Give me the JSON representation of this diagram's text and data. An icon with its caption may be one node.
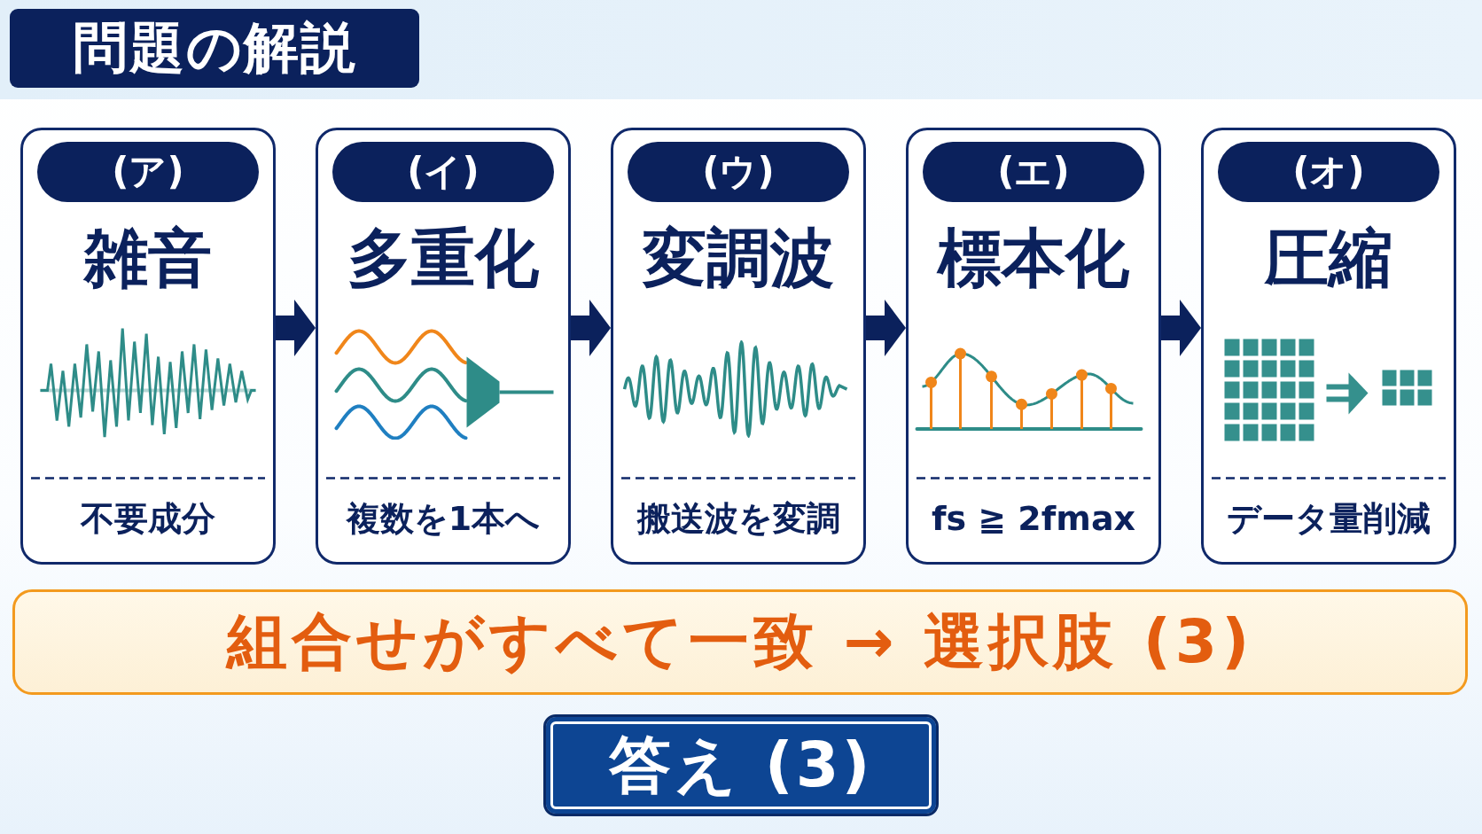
{
  "diagram": {
    "title": "問題の解説",
    "nodes": [
      {
        "text": [
          "雑音",
          "不要成分"
        ]
      },
      {
        "text": [
          "(ア)"
        ],
        "in": 0
      },
      {
        "text": [
          "多重化",
          "複数を1本へ"
        ]
      },
      {
        "text": [
          "(イ)"
        ],
        "in": 2
      },
      {
        "text": [
          "変調波",
          "搬送波を変調"
        ]
      },
      {
        "text": [
          "(ウ)"
        ],
        "in": 4
      },
      {
        "text": [
          "標本化",
          "fs ≧ 2fmax"
        ]
      },
      {
        "text": [
          "(エ)"
        ],
        "in": 6
      },
      {
        "text": [
          "圧縮",
          "データ量削減"
        ]
      },
      {
        "text": [
          "(オ)"
        ],
        "in": 8
      },
      {
        "text": [
          "組合せがすべて一致 → 選択肢 (3)"
        ]
      },
      {
        "text": [
          "答え (3)"
        ]
      }
    ],
    "edges": [
      {
        "from": 0,
        "to": 2,
        "arrow": "to"
      },
      {
        "from": 2,
        "to": 4,
        "arrow": "to"
      },
      {
        "from": 4,
        "to": 6,
        "arrow": "to"
      },
      {
        "from": 6,
        "to": 8,
        "arrow": "to"
      }
    ]
  }
}
